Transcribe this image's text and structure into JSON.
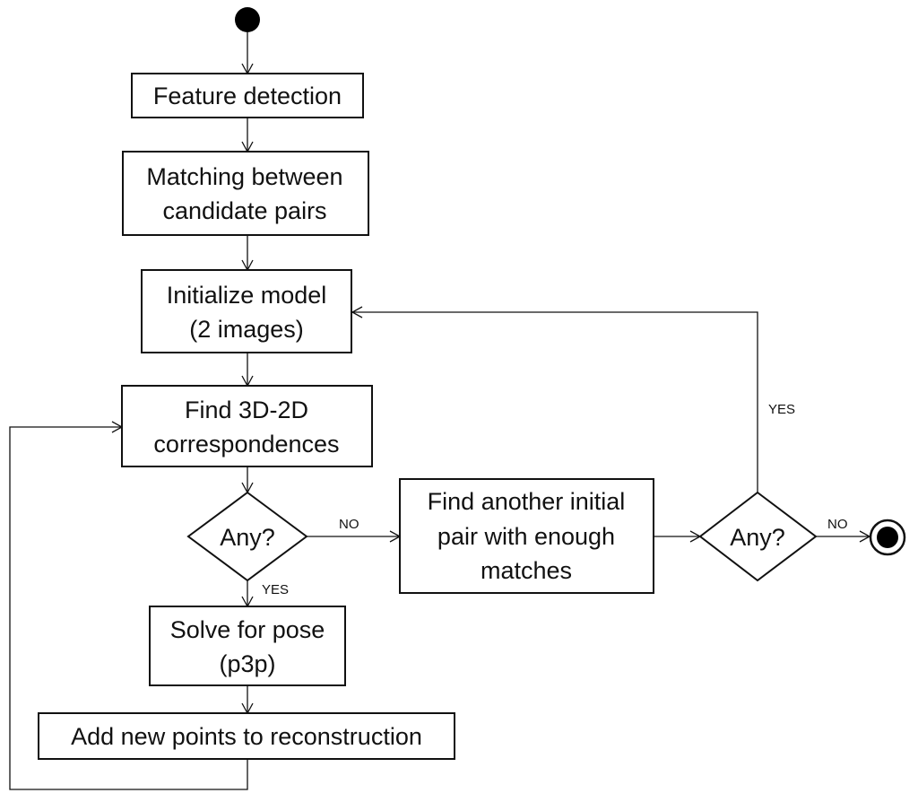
{
  "nodes": {
    "feature_detection": "Feature detection",
    "matching": [
      "Matching between",
      "candidate pairs"
    ],
    "initialize_model": [
      "Initialize model",
      "(2 images)"
    ],
    "find_3d2d": [
      "Find 3D-2D",
      "correspondences"
    ],
    "any_decision_1": "Any?",
    "find_another_pair": [
      "Find another initial",
      "pair with enough",
      "matches"
    ],
    "any_decision_2": "Any?",
    "solve_pose": [
      "Solve for pose",
      "(p3p)"
    ],
    "add_points": "Add new points to reconstruction"
  },
  "edge_labels": {
    "no_1": "NO",
    "yes_1": "YES",
    "no_2": "NO",
    "yes_2": "YES"
  },
  "colors": {
    "stroke": "#111111",
    "fill": "#ffffff"
  }
}
